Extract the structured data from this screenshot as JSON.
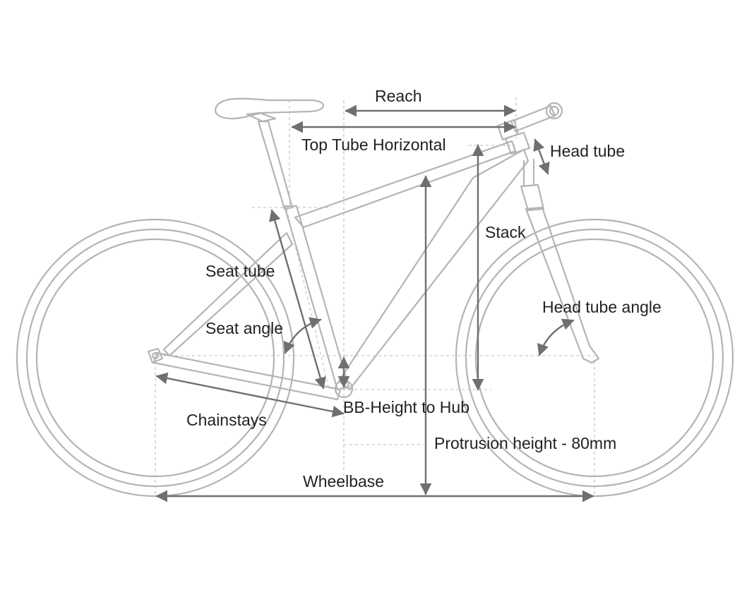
{
  "labels": {
    "reach": "Reach",
    "top_tube_horizontal": "Top Tube Horizontal",
    "head_tube": "Head tube",
    "stack": "Stack",
    "seat_tube": "Seat tube",
    "seat_angle": "Seat angle",
    "head_tube_angle": "Head tube angle",
    "chainstays": "Chainstays",
    "bb_height_to_hub": "BB-Height to Hub",
    "protrusion_height": "Protrusion height - 80mm",
    "wheelbase": "Wheelbase"
  },
  "colors": {
    "frame_outline": "#b4b4b4",
    "dimension_arrows": "#6f6f6f",
    "guide_lines": "#bdbdbd",
    "text": "#222222"
  }
}
